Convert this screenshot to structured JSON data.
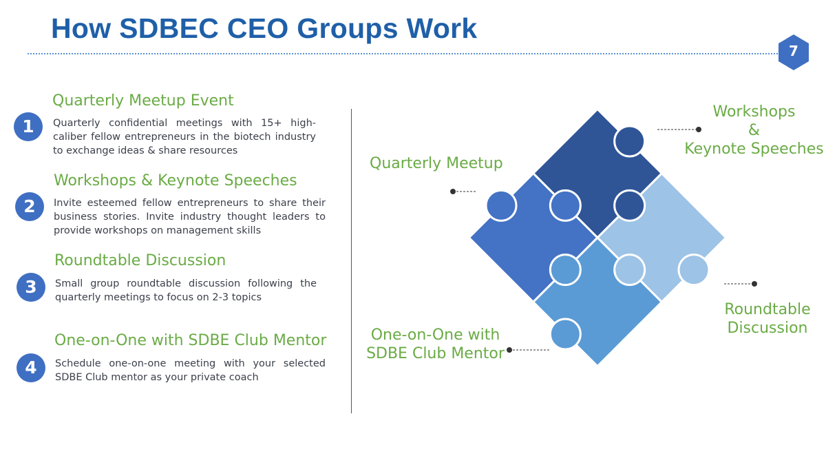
{
  "title": "How SDBEC CEO Groups Work",
  "page_number": "7",
  "items": [
    {
      "number": "1",
      "title": "Quarterly Meetup Event",
      "desc": "Quarterly confidential meetings with 15+ high-caliber fellow entrepreneurs in the biotech industry to exchange ideas & share resources"
    },
    {
      "number": "2",
      "title": "Workshops & Keynote Speeches",
      "desc": "Invite esteemed fellow entrepreneurs to share their business stories. Invite industry  thought leaders to provide workshops on management skills"
    },
    {
      "number": "3",
      "title": "Roundtable Discussion",
      "desc": "Small group roundtable discussion following the quarterly meetings to focus on 2-3 topics"
    },
    {
      "number": "4",
      "title": "One-on-One with SDBE Club Mentor",
      "desc": "Schedule one-on-one meeting with your selected SDBE Club mentor as your private coach"
    }
  ],
  "puzzle_labels": {
    "workshops_1": "Workshops",
    "workshops_2": "&",
    "workshops_3": "Keynote Speeches",
    "quarterly": "Quarterly Meetup",
    "roundtable_1": "Roundtable",
    "roundtable_2": "Discussion",
    "mentor_1": "One-on-One with",
    "mentor_2": "SDBE Club Mentor"
  },
  "colors": {
    "top": "#2F5597",
    "left": "#4472C4",
    "right": "#9DC3E6",
    "bottom": "#5B9BD5",
    "green": "#6AAB45",
    "title": "#1F5FA8"
  }
}
